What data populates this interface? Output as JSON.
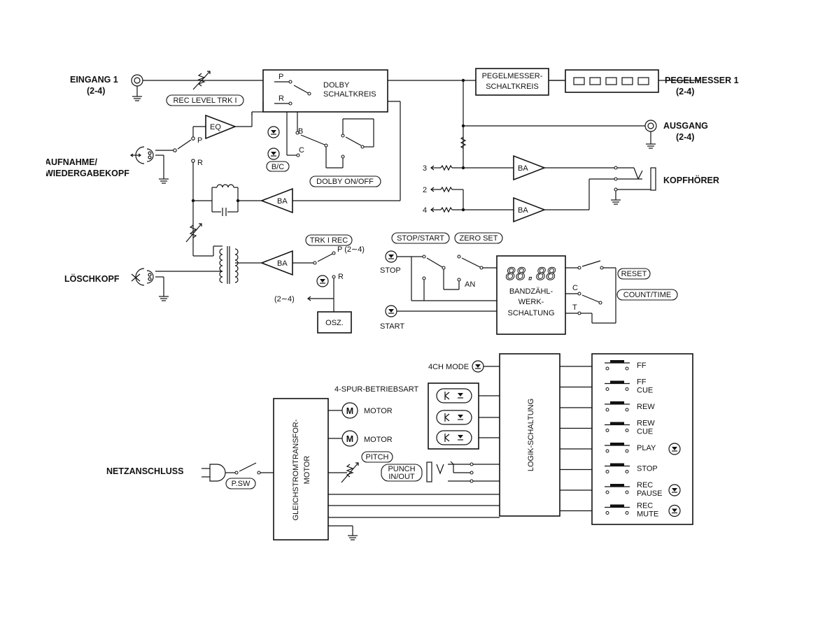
{
  "labels": {
    "eingang": "EINGANG 1",
    "eingang_sub": "(2-4)",
    "rec_level": "REC LEVEL TRK I",
    "dolby_p": "P",
    "dolby_r": "R",
    "dolby_title1": "DOLBY",
    "dolby_title2": "SCHALTKREIS",
    "eq": "EQ",
    "pos_p": "P",
    "pos_r": "R",
    "sw_b": "B",
    "sw_c": "C",
    "bc": "B/C",
    "dolby_onoff": "DOLBY ON/OFF",
    "aufnahme1": "AUFNAHME/",
    "aufnahme2": "WIEDERGABEKOPF",
    "ba": "BA",
    "pegel_sk1": "PEGELMESSER-",
    "pegel_sk2": "SCHALTKREIS",
    "pegelmesser": "PEGELMESSER 1",
    "pegelmesser_sub": "(2-4)",
    "ausgang": "AUSGANG",
    "ausgang_sub": "(2-4)",
    "kopfhoerer": "KOPFHÖRER",
    "ch3": "3",
    "ch2": "2",
    "ch4": "4",
    "trk_rec": "TRK I REC",
    "p24": "P (2∼4)",
    "r": "R",
    "r24": "(2∼4)",
    "osz": "OSZ.",
    "loeschkopf": "LÖSCHKOPF",
    "stop_start": "STOP/START",
    "zero_set": "ZERO SET",
    "stop": "STOP",
    "an": "AN",
    "start": "START",
    "counter_digits": "88.88",
    "bz1": "BANDZÄHL-",
    "bz2": "WERK-",
    "bz3": "SCHALTUNG",
    "reset": "RESET",
    "count_time": "COUNT/TIME",
    "sw_ct_c": "C",
    "sw_ct_t": "T",
    "mode4ch": "4CH MODE",
    "spur": "4-SPUR-BETRIEBSART",
    "motor1": "MOTOR",
    "motor2": "MOTOR",
    "motor_m": "M",
    "gleich": "GLEICHSTROMTRANSFOR-",
    "gleich2": "MOTOR",
    "logik": "LOGIK-SCHALTUNG",
    "pitch": "PITCH",
    "punch1": "PUNCH",
    "punch2": "IN/OUT",
    "netz": "NETZANSCHLUSS",
    "psw": "P.SW"
  },
  "keys": [
    {
      "l1": "FF",
      "l2": "",
      "led": false
    },
    {
      "l1": "FF",
      "l2": "CUE",
      "led": false
    },
    {
      "l1": "REW",
      "l2": "",
      "led": false
    },
    {
      "l1": "REW",
      "l2": "CUE",
      "led": false
    },
    {
      "l1": "PLAY",
      "l2": "",
      "led": true
    },
    {
      "l1": "STOP",
      "l2": "",
      "led": false
    },
    {
      "l1": "REC",
      "l2": "PAUSE",
      "led": true
    },
    {
      "l1": "REC",
      "l2": "MUTE",
      "led": true
    }
  ]
}
